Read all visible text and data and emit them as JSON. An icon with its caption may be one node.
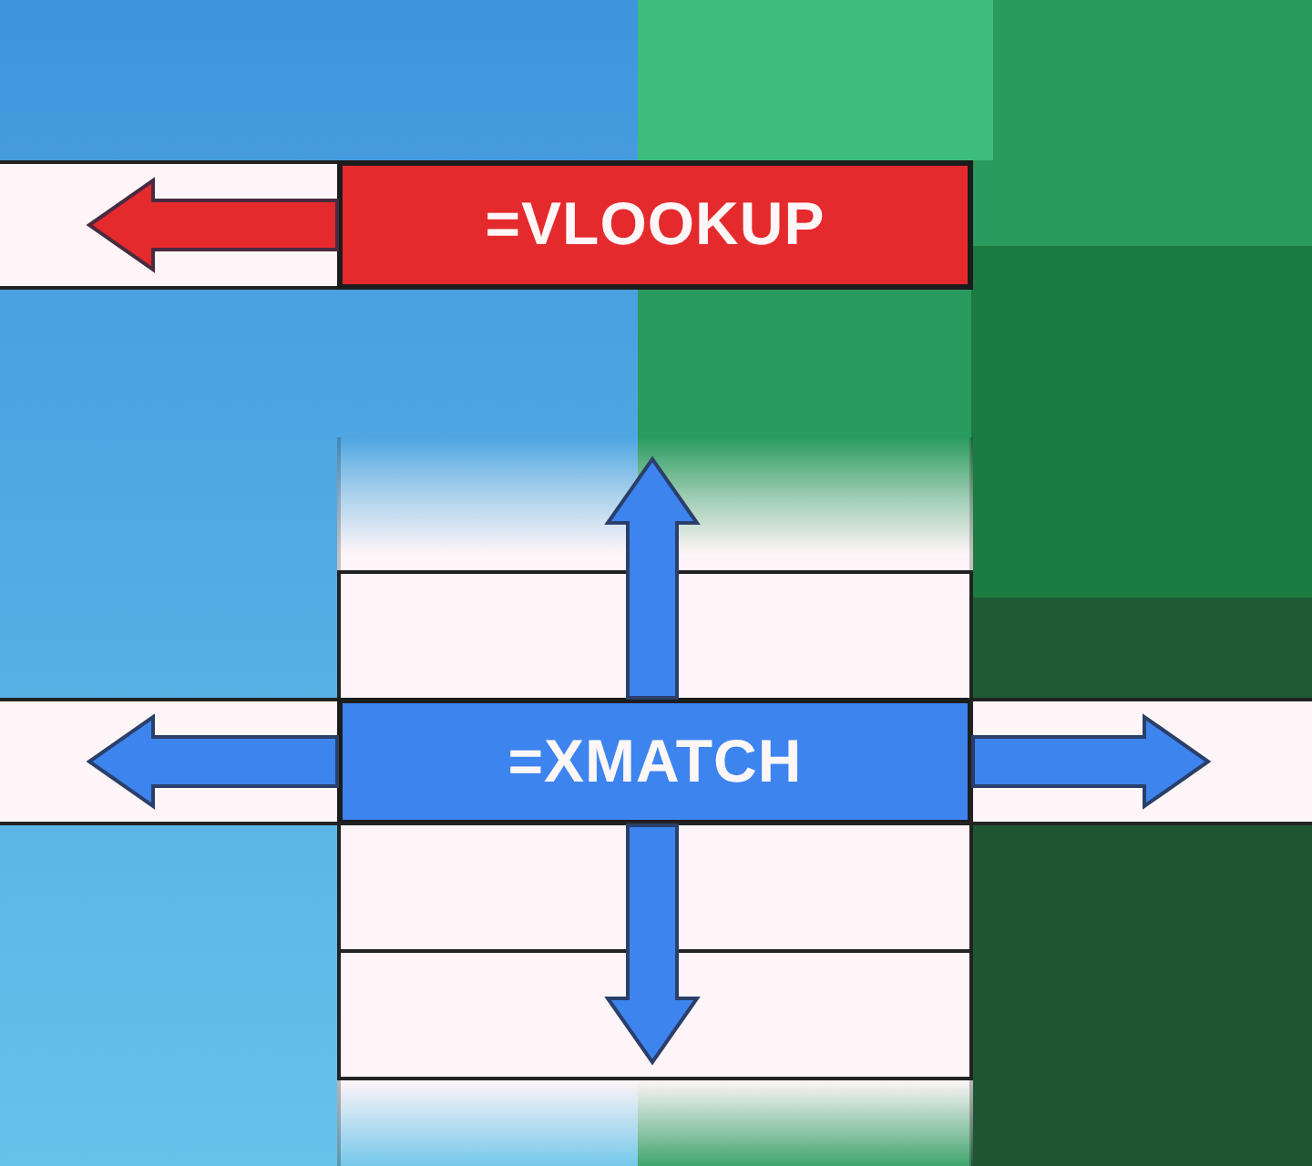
{
  "diagram": {
    "nodes": [
      {
        "text": [],
        "shape": "box"
      },
      {
        "text": [
          "=VLOOKUP"
        ]
      },
      {
        "text": [],
        "shape": "box"
      },
      {
        "text": [],
        "shape": "box"
      },
      {
        "text": [],
        "shape": "box"
      },
      {
        "text": [
          "=XMATCH"
        ]
      },
      {
        "text": [],
        "shape": "box"
      },
      {
        "text": [],
        "shape": "box"
      },
      {
        "text": [],
        "shape": "box"
      },
      {
        "text": [],
        "shape": "box"
      }
    ],
    "edges": [
      {
        "from": 1,
        "to": null,
        "arrow": "to",
        "color": "#e52a2d"
      },
      {
        "from": 5,
        "to": null,
        "arrow": "to"
      },
      {
        "from": 5,
        "to": null,
        "arrow": "to"
      },
      {
        "from": 5,
        "to": null,
        "arrow": "to"
      },
      {
        "from": 5,
        "to": null,
        "arrow": "to"
      }
    ]
  }
}
